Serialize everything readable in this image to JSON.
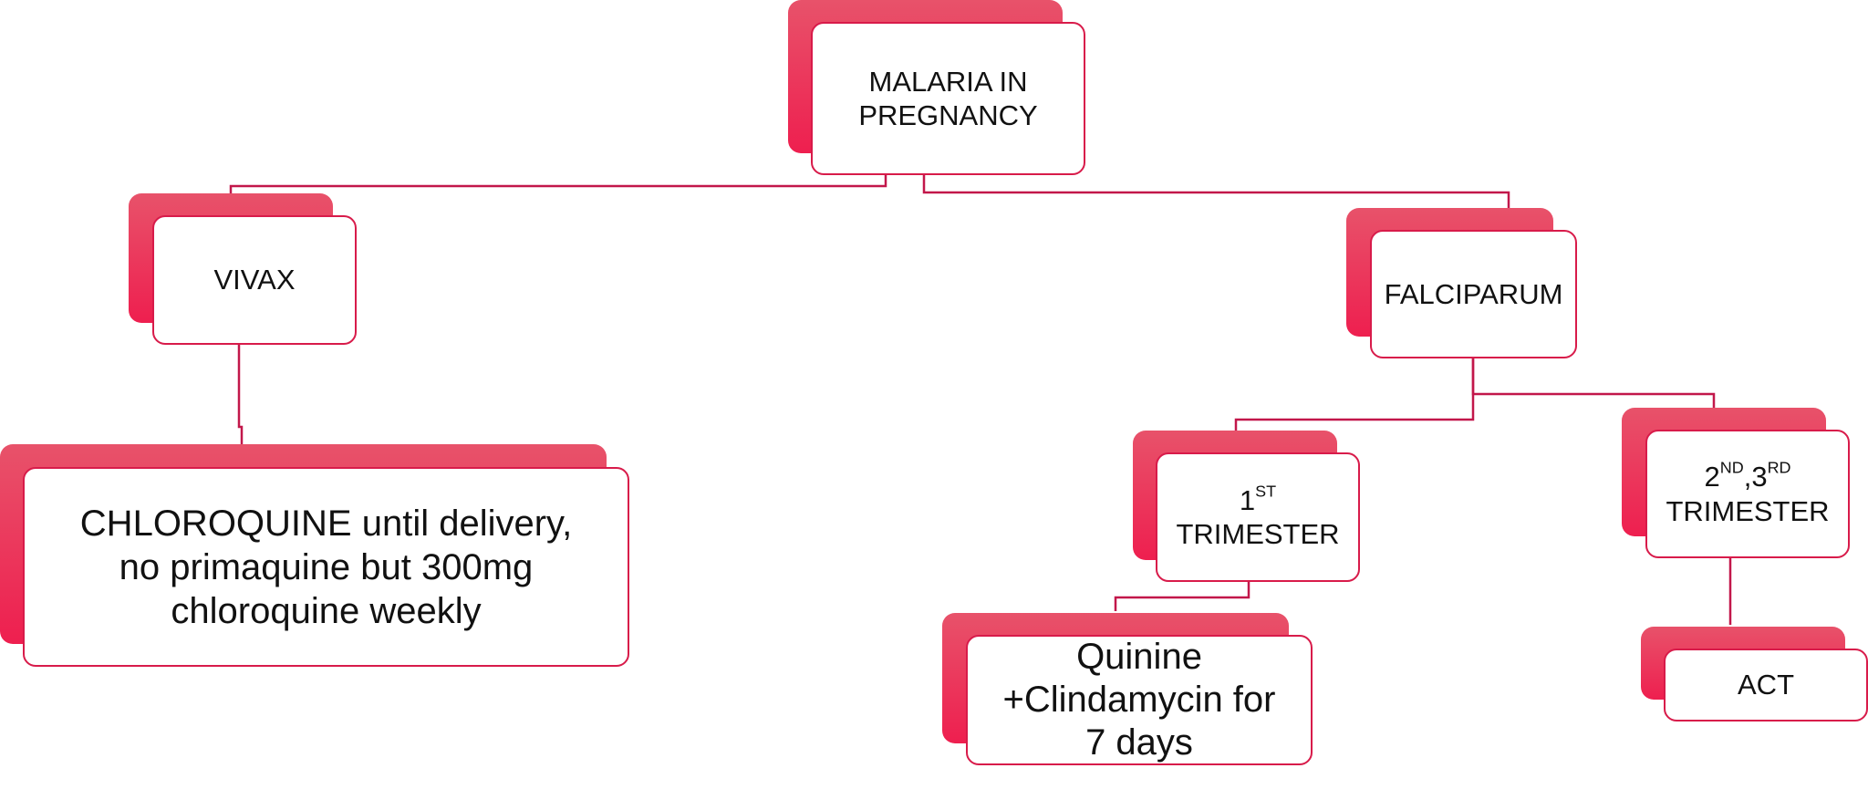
{
  "accent_color": "#e8274f",
  "line_color": "#c2174a",
  "nodes": {
    "root": {
      "line1": "MALARIA IN",
      "line2": "PREGNANCY"
    },
    "vivax": {
      "label": "VIVAX"
    },
    "falciparum": {
      "label": "FALCIPARUM"
    },
    "vivax_treatment": {
      "drug": "CHLOROQUINE",
      "rest": "until delivery, no primaquine but 300mg chloroquine weekly"
    },
    "first_trimester": {
      "num": "1",
      "sup": "ST",
      "label": "TRIMESTER"
    },
    "later_trimesters": {
      "num2": "2",
      "sup2": "ND",
      "sep": ",",
      "num3": "3",
      "sup3": "RD",
      "label": "TRIMESTER"
    },
    "first_trimester_treatment": {
      "label": "Quinine +Clindamycin for 7 days"
    },
    "later_trimesters_treatment": {
      "label": "ACT"
    }
  }
}
